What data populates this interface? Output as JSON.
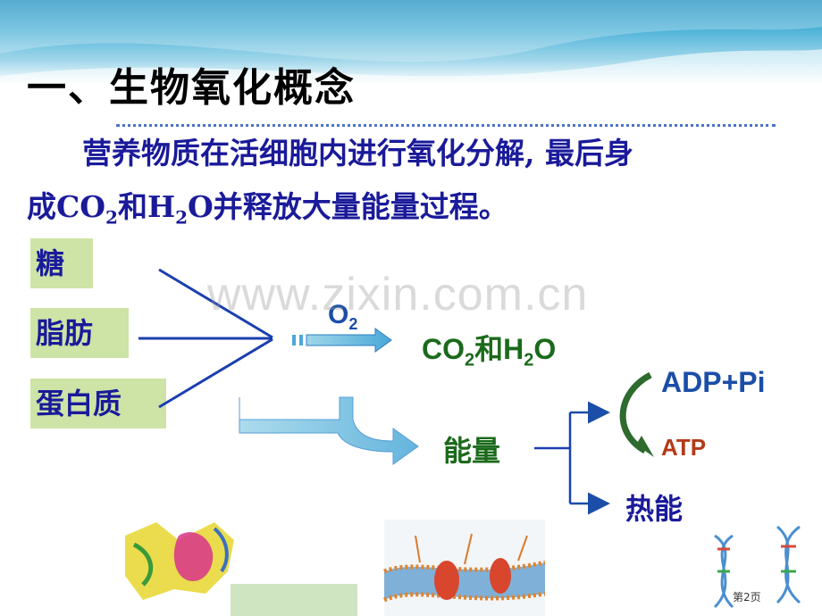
{
  "title": "一、生物氧化概念",
  "paragraph": {
    "line1": "营养物质在活细胞内进行氧化分解, 最后身",
    "line2_pre": "成CO",
    "line2_sub1": "2",
    "line2_mid": "和H",
    "line2_sub2": "2",
    "line2_post": "O并释放大量能量过程。"
  },
  "nutrients": [
    "糖",
    "脂肪",
    "蛋白质"
  ],
  "oxygen": {
    "base": "O",
    "sub": "2"
  },
  "products": {
    "pre": "CO",
    "sub1": "2",
    "mid": "和H",
    "sub2": "2",
    "post": "O"
  },
  "energy": "能量",
  "adp": "ADP+Pi",
  "atp": "ATP",
  "heat": "热能",
  "watermark": "www.zixin.com.cn",
  "page_number": "第2页",
  "colors": {
    "text_blue": "#1a1a9a",
    "green": "#1b6a1b",
    "box_bg": "#cde4a6",
    "arrow_blue": "#1a4ea8",
    "atp_red": "#b33b17"
  }
}
